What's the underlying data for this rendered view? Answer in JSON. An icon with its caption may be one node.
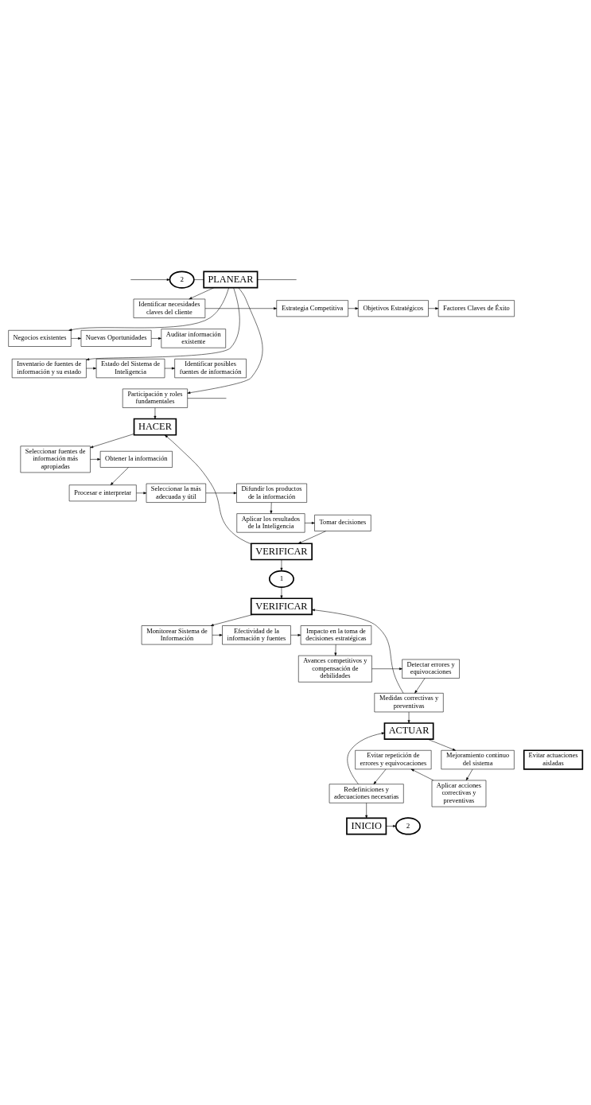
{
  "diagram": {
    "nodes": [
      {
        "text": [
          "PLANEAR"
        ]
      },
      {
        "text": [
          "2"
        ]
      },
      {
        "text": [
          "Identificar necesidades claves del cliente"
        ]
      },
      {
        "text": [
          "Estrategia Competitiva"
        ]
      },
      {
        "text": [
          "Objetivos Estratégicos"
        ]
      },
      {
        "text": [
          "Factores Claves de Éxito"
        ]
      },
      {
        "text": [
          "Negocios existentes"
        ]
      },
      {
        "text": [
          "Nuevas Oportunidades"
        ]
      },
      {
        "text": [
          "Auditar información existente"
        ]
      },
      {
        "text": [
          "Inventario de fuentes de información y su estado"
        ]
      },
      {
        "text": [
          "Estado del Sistema de Inteligencia"
        ]
      },
      {
        "text": [
          "Identificar posibles fuentes de información"
        ]
      },
      {
        "text": [
          "Participación y roles fundamentales"
        ]
      },
      {
        "text": [
          "HACER"
        ]
      },
      {
        "text": [
          "Seleccionar fuentes de información más apropiadas"
        ]
      },
      {
        "text": [
          "Obtener la información"
        ]
      },
      {
        "text": [
          "Procesar e interpretar"
        ]
      },
      {
        "text": [
          "Seleccionar la más adecuada y útil"
        ]
      },
      {
        "text": [
          "Difundir los productos de la información"
        ]
      },
      {
        "text": [
          "Aplicar los resultados de la Inteligencia"
        ]
      },
      {
        "text": [
          "Tomar decisiones"
        ]
      },
      {
        "text": [
          "VERIFICAR"
        ]
      },
      {
        "text": [
          "1"
        ]
      },
      {
        "text": [
          "VERIFICAR"
        ]
      },
      {
        "text": [
          "Monitorear Sistema de Información"
        ]
      },
      {
        "text": [
          "Efectividad de la información y fuentes"
        ]
      },
      {
        "text": [
          "Impacto en la toma de decisiones estratégicas"
        ]
      },
      {
        "text": [
          "Avances competitivos y compensación de debilidades"
        ]
      },
      {
        "text": [
          "Detectar errores y equivocaciones"
        ]
      },
      {
        "text": [
          "Medidas correctivas y preventivas"
        ]
      },
      {
        "text": [
          "ACTUAR"
        ]
      },
      {
        "text": [
          "Evitar actuaciones aisladas"
        ]
      },
      {
        "text": [
          "Mejoramiento continuo del sistema"
        ]
      },
      {
        "text": [
          "Evitar repetición de errores y equivocaciones"
        ]
      },
      {
        "text": [
          "Aplicar acciones correctivas y preventivas"
        ]
      },
      {
        "text": [
          "Redefiniciones y adecuaciones necesarias"
        ]
      },
      {
        "text": [
          "INICIO"
        ]
      },
      {
        "text": [
          "2"
        ]
      }
    ],
    "edges": [
      {
        "from": null,
        "to": 1,
        "arrow": "to"
      },
      {
        "from": 1,
        "to": 0,
        "arrow": "none"
      },
      {
        "from": 0,
        "to": null,
        "arrow": "none"
      },
      {
        "from": 0,
        "to": 2,
        "arrow": "to"
      },
      {
        "from": 0,
        "to": 6,
        "arrow": "to"
      },
      {
        "from": 0,
        "to": 9,
        "arrow": "to"
      },
      {
        "from": 0,
        "to": 12,
        "arrow": "to"
      },
      {
        "from": 2,
        "to": 3,
        "arrow": "to"
      },
      {
        "from": 3,
        "to": 4,
        "arrow": "to"
      },
      {
        "from": 4,
        "to": 5,
        "arrow": "to"
      },
      {
        "from": 6,
        "to": 7,
        "arrow": "to"
      },
      {
        "from": 7,
        "to": 8,
        "arrow": "to"
      },
      {
        "from": 9,
        "to": 10,
        "arrow": "to"
      },
      {
        "from": 10,
        "to": 11,
        "arrow": "to"
      },
      {
        "from": 12,
        "to": null,
        "arrow": "none"
      },
      {
        "from": 12,
        "to": 13,
        "arrow": "to"
      },
      {
        "from": 13,
        "to": 14,
        "arrow": "to"
      },
      {
        "from": 14,
        "to": 15,
        "arrow": "to"
      },
      {
        "from": 15,
        "to": 16,
        "arrow": "to"
      },
      {
        "from": 16,
        "to": 17,
        "arrow": "to"
      },
      {
        "from": 17,
        "to": 18,
        "arrow": "to"
      },
      {
        "from": 18,
        "to": 19,
        "arrow": "to"
      },
      {
        "from": 19,
        "to": 20,
        "arrow": "to"
      },
      {
        "from": 20,
        "to": 21,
        "arrow": "to"
      },
      {
        "from": 21,
        "to": 13,
        "arrow": "to"
      },
      {
        "from": 21,
        "to": 22,
        "arrow": "to"
      },
      {
        "from": 22,
        "to": 23,
        "arrow": "to"
      },
      {
        "from": 23,
        "to": 24,
        "arrow": "to"
      },
      {
        "from": 24,
        "to": 25,
        "arrow": "to"
      },
      {
        "from": 25,
        "to": 26,
        "arrow": "to"
      },
      {
        "from": 26,
        "to": 27,
        "arrow": "to"
      },
      {
        "from": 27,
        "to": 28,
        "arrow": "to"
      },
      {
        "from": 28,
        "to": 29,
        "arrow": "to"
      },
      {
        "from": 29,
        "to": 23,
        "arrow": "to"
      },
      {
        "from": 29,
        "to": 30,
        "arrow": "to"
      },
      {
        "from": 30,
        "to": 32,
        "arrow": "to"
      },
      {
        "from": 32,
        "to": 34,
        "arrow": "to"
      },
      {
        "from": 34,
        "to": 33,
        "arrow": "to"
      },
      {
        "from": 33,
        "to": 35,
        "arrow": "to"
      },
      {
        "from": 35,
        "to": 30,
        "arrow": "to"
      },
      {
        "from": 35,
        "to": 36,
        "arrow": "to"
      },
      {
        "from": 36,
        "to": 37,
        "arrow": "to"
      }
    ]
  }
}
